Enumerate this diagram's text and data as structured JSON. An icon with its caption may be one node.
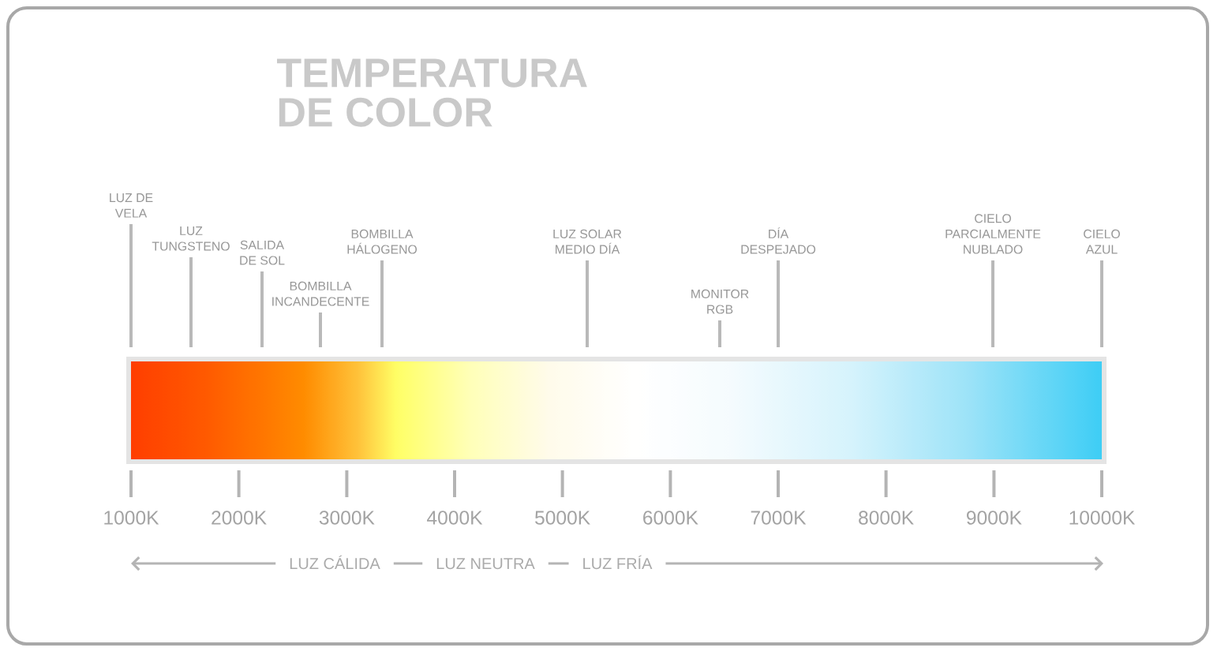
{
  "diagram": {
    "title": "TEMPERATURA DE COLOR",
    "nodes": [
      {
        "text": [
          "LUZ DE VELA"
        ]
      },
      {
        "text": [
          "LUZ TUNGSTENO"
        ]
      },
      {
        "text": [
          "SALIDA DE SOL"
        ]
      },
      {
        "text": [
          "BOMBILLA INCANDECENTE"
        ]
      },
      {
        "text": [
          "BOMBILLA HÁLOGENO"
        ]
      },
      {
        "text": [
          "LUZ SOLAR MEDIO DÍA"
        ]
      },
      {
        "text": [
          "MONITOR RGB"
        ]
      },
      {
        "text": [
          "DÍA DESPEJADO"
        ]
      },
      {
        "text": [
          "CIELO PARCIALMENTE NUBLADO"
        ]
      },
      {
        "text": [
          "CIELO AZUL"
        ]
      },
      {
        "text": [],
        "shape": "bar"
      }
    ],
    "edges": [
      {
        "from": 0,
        "to": 10,
        "arrow": "none"
      },
      {
        "from": 1,
        "to": 10,
        "arrow": "none"
      },
      {
        "from": 2,
        "to": 10,
        "arrow": "none"
      },
      {
        "from": 3,
        "to": 10,
        "arrow": "none"
      },
      {
        "from": 4,
        "to": 10,
        "arrow": "none"
      },
      {
        "from": 5,
        "to": 10,
        "arrow": "none"
      },
      {
        "from": 6,
        "to": 10,
        "arrow": "none"
      },
      {
        "from": 7,
        "to": 10,
        "arrow": "none"
      },
      {
        "from": 8,
        "to": 10,
        "arrow": "none"
      },
      {
        "from": 9,
        "to": 10,
        "arrow": "none"
      }
    ],
    "labels": [
      "1000K",
      "2000K",
      "3000K",
      "4000K",
      "5000K",
      "6000K",
      "7000K",
      "8000K",
      "9000K",
      "10000K",
      "LUZ CÁLIDA",
      "LUZ NEUTRA",
      "LUZ FRÍA"
    ]
  }
}
